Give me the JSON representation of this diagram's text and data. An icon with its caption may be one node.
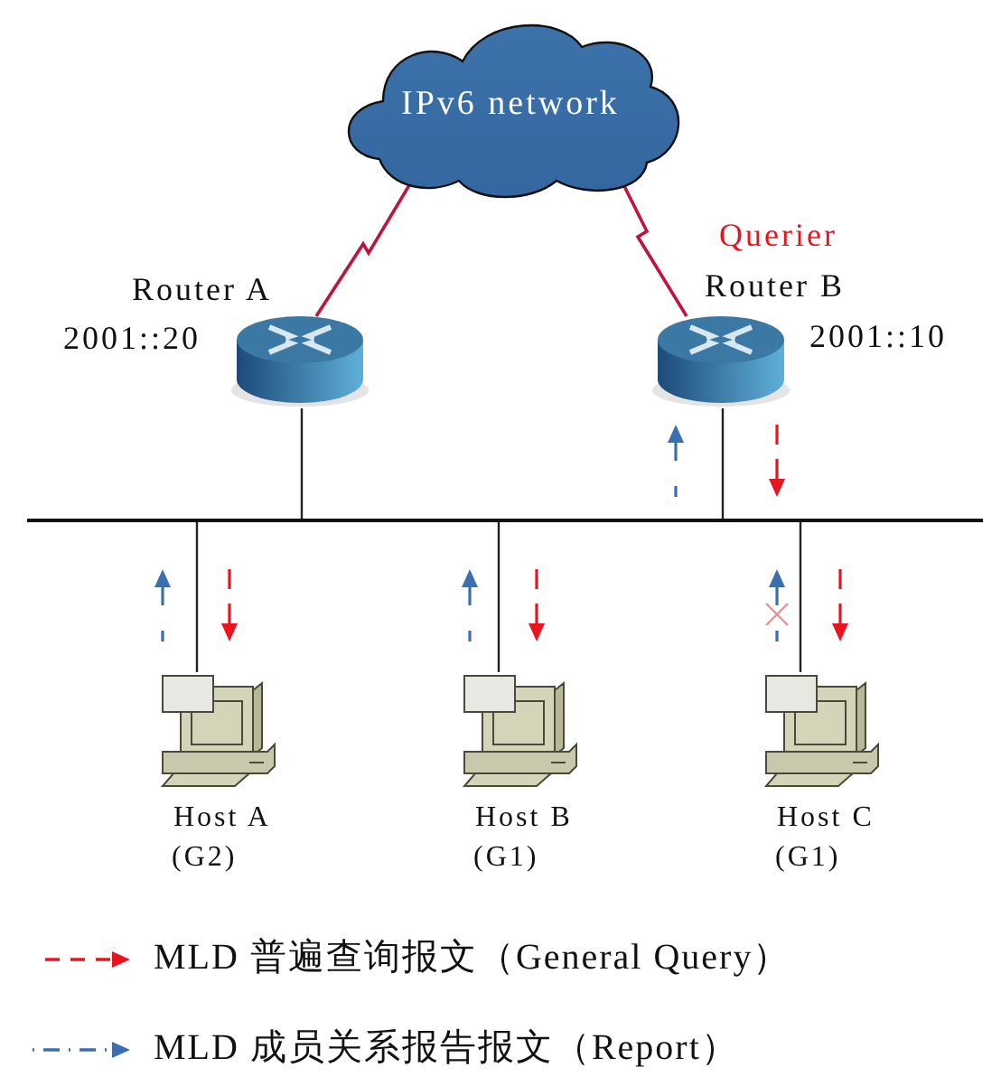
{
  "diagram": {
    "nodes": [
      {
        "text": [
          "IPv6 network"
        ]
      },
      {
        "text": [
          "Router A",
          "2001::20"
        ]
      },
      {
        "text": [
          "Router B",
          "2001::10"
        ],
        "beside": [
          "Querier"
        ]
      },
      {
        "text": [],
        "shape": "bar"
      },
      {
        "text": [
          "Host A",
          "(G2)"
        ]
      },
      {
        "text": [
          "Host B",
          "(G1)"
        ]
      },
      {
        "text": [
          "Host C",
          "(G1)"
        ]
      }
    ],
    "edges": [
      {
        "from": 0,
        "to": 1,
        "arrow": "none",
        "color": "#c0143c"
      },
      {
        "from": 0,
        "to": 2,
        "arrow": "none",
        "color": "#c0143c"
      },
      {
        "from": 1,
        "to": 3,
        "arrow": "none"
      },
      {
        "from": 2,
        "to": 3,
        "arrow": "none"
      },
      {
        "from": 3,
        "to": 4,
        "arrow": "none"
      },
      {
        "from": 3,
        "to": 5,
        "arrow": "none"
      },
      {
        "from": 3,
        "to": 6,
        "arrow": "none"
      }
    ],
    "legend": [
      {
        "text": "MLD 普遍查询报文（General Query）"
      },
      {
        "text": "MLD 成员关系报告报文（Report）"
      }
    ]
  }
}
